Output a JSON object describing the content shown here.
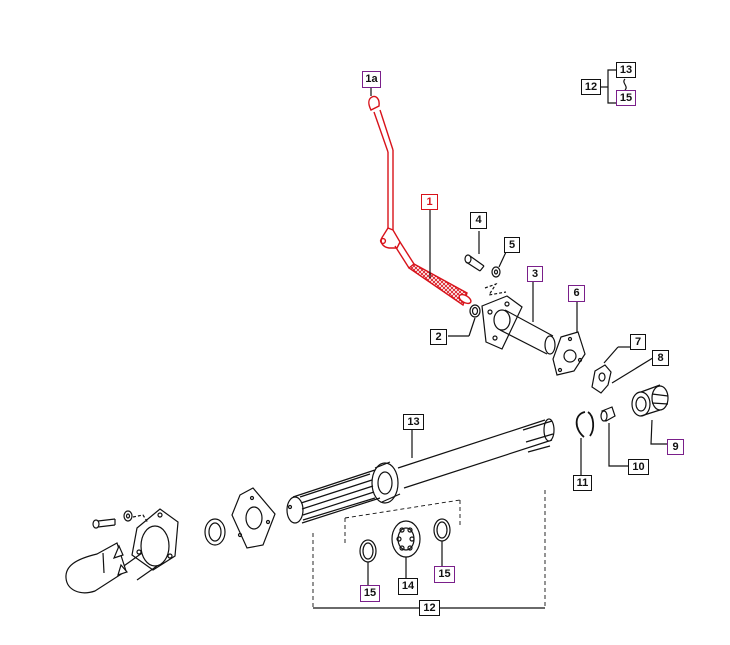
{
  "colors": {
    "highlight_part": "#d8121a",
    "alt_callout": "#7a1f8a",
    "ink": "#111111"
  },
  "callouts": {
    "c1a": "1a",
    "c1": "1",
    "c2": "2",
    "c3": "3",
    "c4": "4",
    "c5": "5",
    "c6": "6",
    "c7": "7",
    "c8": "8",
    "c9": "9",
    "c10": "10",
    "c11": "11",
    "c12": "12",
    "c13": "13",
    "c14": "14",
    "c15": "15",
    "legend_12": "12",
    "legend_13": "13",
    "legend_15": "15"
  }
}
